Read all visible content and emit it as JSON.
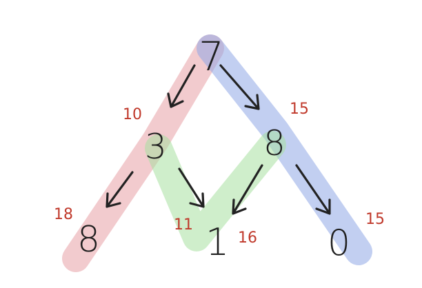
{
  "colors": {
    "path_red": "#e8a0a6",
    "path_blue": "#8fa8e6",
    "path_green": "#a8e0a0",
    "ink": "#1f1f1f",
    "weight_text": "#c0392b",
    "background": "#ffffff"
  },
  "nodes": {
    "root": "7",
    "left": "3",
    "right": "8",
    "left_left": "8",
    "left_right": "1",
    "right_right": "0"
  },
  "weights": {
    "left": "10",
    "right": "15",
    "left_left": "18",
    "left_right": "11",
    "right_left": "16",
    "right_right": "15"
  }
}
